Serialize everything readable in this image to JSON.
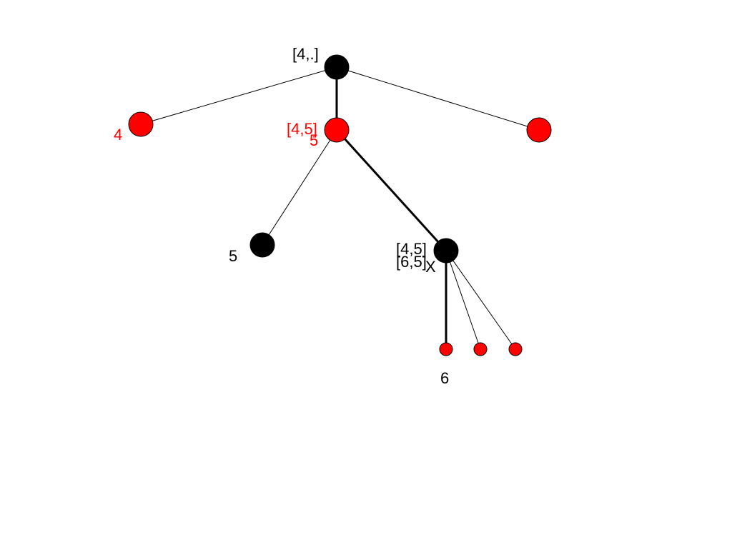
{
  "colors": {
    "max_node": "#000000",
    "min_node": "#ff0000",
    "edge": "#000000",
    "black_text": "#000000",
    "red_text": "#ff0000"
  },
  "labels": {
    "root_interval": "[4,.]",
    "min_left_value": "4",
    "min_mid_interval": "[4,5]",
    "min_mid_value": "5",
    "max_left_value": "5",
    "max_right_interval_a": "[4,5]",
    "max_right_interval_b": "[6,5]",
    "max_right_cut": "X",
    "leaf_value": "6"
  }
}
